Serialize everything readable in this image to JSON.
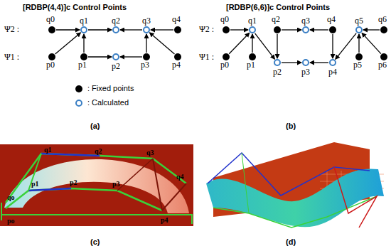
{
  "diagram": {
    "nodes": [
      {
        "text": [
          "q0"
        ]
      },
      {
        "text": [
          "q1"
        ]
      },
      {
        "text": [
          "q2"
        ]
      },
      {
        "text": [
          "q3"
        ]
      },
      {
        "text": [
          "q4"
        ]
      },
      {
        "text": [
          "p0"
        ]
      },
      {
        "text": [
          "p1"
        ]
      },
      {
        "text": [
          "p2"
        ]
      },
      {
        "text": [
          "p3"
        ]
      },
      {
        "text": [
          "p4"
        ]
      },
      {
        "text": [
          "q0"
        ]
      },
      {
        "text": [
          "q1"
        ]
      },
      {
        "text": [
          "q2"
        ]
      },
      {
        "text": [
          "q3"
        ]
      },
      {
        "text": [
          "q4"
        ]
      },
      {
        "text": [
          "q5"
        ]
      },
      {
        "text": [
          "q6"
        ]
      },
      {
        "text": [
          "p0"
        ]
      },
      {
        "text": [
          "p1"
        ]
      },
      {
        "text": [
          "p2"
        ]
      },
      {
        "text": [
          "p3"
        ]
      },
      {
        "text": [
          "p4"
        ]
      },
      {
        "text": [
          "p5"
        ]
      },
      {
        "text": [
          "p6"
        ]
      }
    ],
    "edges": [
      {
        "from": 0,
        "to": 1,
        "arrow": "to"
      },
      {
        "from": 5,
        "to": 1,
        "arrow": "to"
      },
      {
        "from": 6,
        "to": 1,
        "arrow": "to"
      },
      {
        "from": 1,
        "to": 2,
        "arrow": "to"
      },
      {
        "from": 3,
        "to": 2,
        "arrow": "to"
      },
      {
        "from": 4,
        "to": 3,
        "arrow": "to"
      },
      {
        "from": 8,
        "to": 3,
        "arrow": "to"
      },
      {
        "from": 9,
        "to": 3,
        "arrow": "to"
      },
      {
        "from": 6,
        "to": 7,
        "arrow": "to"
      },
      {
        "from": 8,
        "to": 7,
        "arrow": "to"
      },
      {
        "from": 10,
        "to": 11,
        "arrow": "to"
      },
      {
        "from": 17,
        "to": 11,
        "arrow": "to"
      },
      {
        "from": 18,
        "to": 11,
        "arrow": "to"
      },
      {
        "from": 11,
        "to": 19,
        "arrow": "to"
      },
      {
        "from": 12,
        "to": 19,
        "arrow": "to"
      },
      {
        "from": 12,
        "to": 13,
        "arrow": "to"
      },
      {
        "from": 14,
        "to": 13,
        "arrow": "to"
      },
      {
        "from": 14,
        "to": 21,
        "arrow": "to"
      },
      {
        "from": 15,
        "to": 21,
        "arrow": "to"
      },
      {
        "from": 22,
        "to": 15,
        "arrow": "to"
      },
      {
        "from": 23,
        "to": 15,
        "arrow": "to"
      },
      {
        "from": 16,
        "to": 15,
        "arrow": "to"
      },
      {
        "from": 19,
        "to": 20,
        "arrow": "to"
      },
      {
        "from": 21,
        "to": 20,
        "arrow": "to"
      }
    ],
    "labels": [
      "[RDBP(4,4)]c Control Points",
      "[RDBP(6,6)]c Control Points",
      "Ψ2 :",
      "Ψ1 :",
      "Ψ2 :",
      "Ψ1 :",
      "(a)",
      "(b)",
      "q1",
      "q2",
      "q3",
      "qo",
      "p1",
      "p2",
      "p3",
      "po",
      "p4",
      "q4",
      "(c)",
      "(d)"
    ],
    "legend": [
      {
        "text": ": Fixed points"
      },
      {
        "text": ": Calculated"
      }
    ]
  }
}
